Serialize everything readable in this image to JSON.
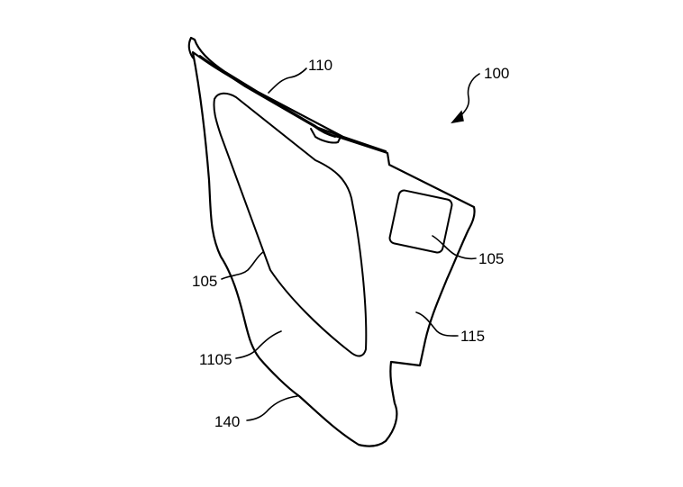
{
  "figure": {
    "reference_labels": {
      "assembly": "100",
      "top_edge": "110",
      "window_large": "105",
      "window_small": "105",
      "panel_surface": "115",
      "lower_region": "1105",
      "bottom_edge": "140"
    },
    "colors": {
      "line": "#000000",
      "background": "#ffffff"
    },
    "icons": {
      "pointer": "curved-arrow-icon"
    }
  }
}
